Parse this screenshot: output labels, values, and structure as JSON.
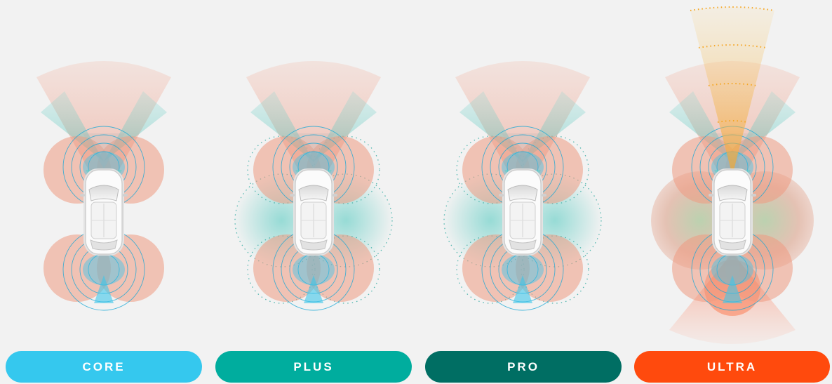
{
  "tiers": [
    {
      "id": "core",
      "label": "CORE",
      "color": "#35c8ee"
    },
    {
      "id": "plus",
      "label": "PLUS",
      "color": "#00ad9e"
    },
    {
      "id": "pro",
      "label": "PRO",
      "color": "#006e63"
    },
    {
      "id": "ultra",
      "label": "ULTRA",
      "color": "#ff4a0d"
    }
  ],
  "colors": {
    "background": "#f2f2f2",
    "radar": "#f08a6a",
    "camera": "#5ec9c0",
    "ultrasonic": "#19b6e3",
    "lidar": "#f5a623",
    "rear_radar_ultra": "#ff5a2a"
  },
  "sensor_layers": {
    "core": [
      "front-long-radar",
      "front-camera",
      "corner-radars",
      "ultrasonic-rings",
      "cabin-camera"
    ],
    "plus": [
      "front-long-radar",
      "front-camera",
      "corner-radars",
      "ultrasonic-rings",
      "cabin-camera",
      "side-surround-field"
    ],
    "pro": [
      "front-long-radar",
      "front-camera",
      "corner-radars",
      "ultrasonic-rings",
      "cabin-camera",
      "side-surround-field"
    ],
    "ultra": [
      "front-long-radar",
      "front-camera",
      "corner-radars",
      "ultrasonic-rings",
      "cabin-camera",
      "side-surround-field",
      "lidar-beam",
      "rear-radar-cone"
    ]
  }
}
